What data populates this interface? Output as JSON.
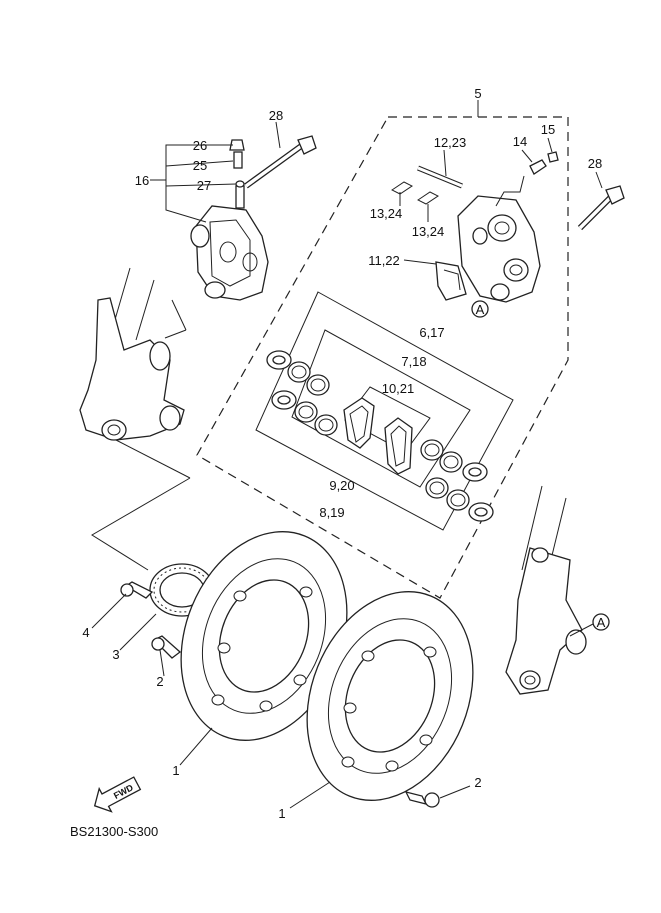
{
  "diagram": {
    "code": "BS21300-S300",
    "fwd_label": "FWD",
    "ref_marker": "A",
    "callouts": {
      "c1a": "1",
      "c1b": "1",
      "c2a": "2",
      "c2b": "2",
      "c3": "3",
      "c4": "4",
      "c5": "5",
      "c6_17": "6,17",
      "c7_18": "7,18",
      "c8_19": "8,19",
      "c9_20": "9,20",
      "c10_21": "10,21",
      "c11_22": "11,22",
      "c12_23": "12,23",
      "c13_24a": "13,24",
      "c13_24b": "13,24",
      "c14": "14",
      "c15": "15",
      "c16": "16",
      "c25": "25",
      "c26": "26",
      "c27": "27",
      "c28a": "28",
      "c28b": "28"
    }
  }
}
